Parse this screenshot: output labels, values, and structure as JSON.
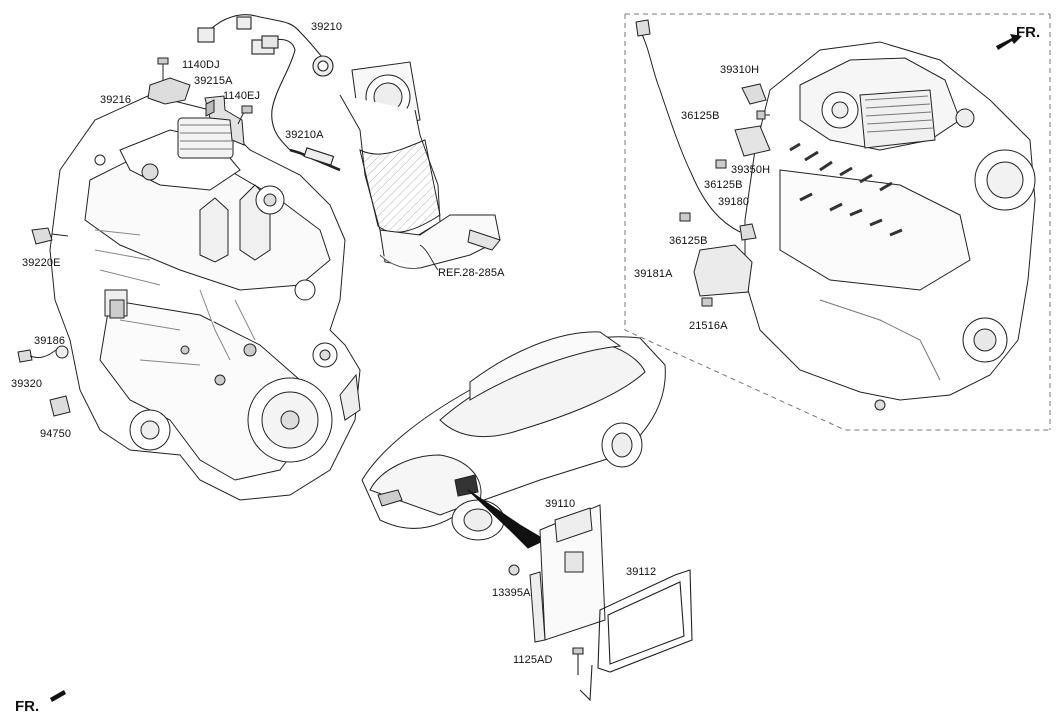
{
  "diagram": {
    "type": "automotive parts exploded view",
    "colors": {
      "line": "#222222",
      "light_line": "#555555",
      "fill": "#ffffff",
      "part_fill": "#e6e6e6",
      "arrow": "#111111"
    }
  },
  "labels": {
    "p39210": "39210",
    "p1140dj": "1140DJ",
    "p39215a": "39215A",
    "p39216": "39216",
    "p1140ej": "1140EJ",
    "p39210a": "39210A",
    "p39220e": "39220E",
    "ref": "REF.28-285A",
    "p39186": "39186",
    "p39320": "39320",
    "p94750": "94750",
    "p39310h": "39310H",
    "p36125b_1": "36125B",
    "p39350h": "39350H",
    "p36125b_2": "36125B",
    "p39180": "39180",
    "p36125b_3": "36125B",
    "p39181a": "39181A",
    "p21516a": "21516A",
    "p39110": "39110",
    "p13395a": "13395A",
    "p39112": "39112",
    "p1125ad": "1125AD",
    "fr_top": "FR.",
    "fr_bottom": "FR."
  }
}
